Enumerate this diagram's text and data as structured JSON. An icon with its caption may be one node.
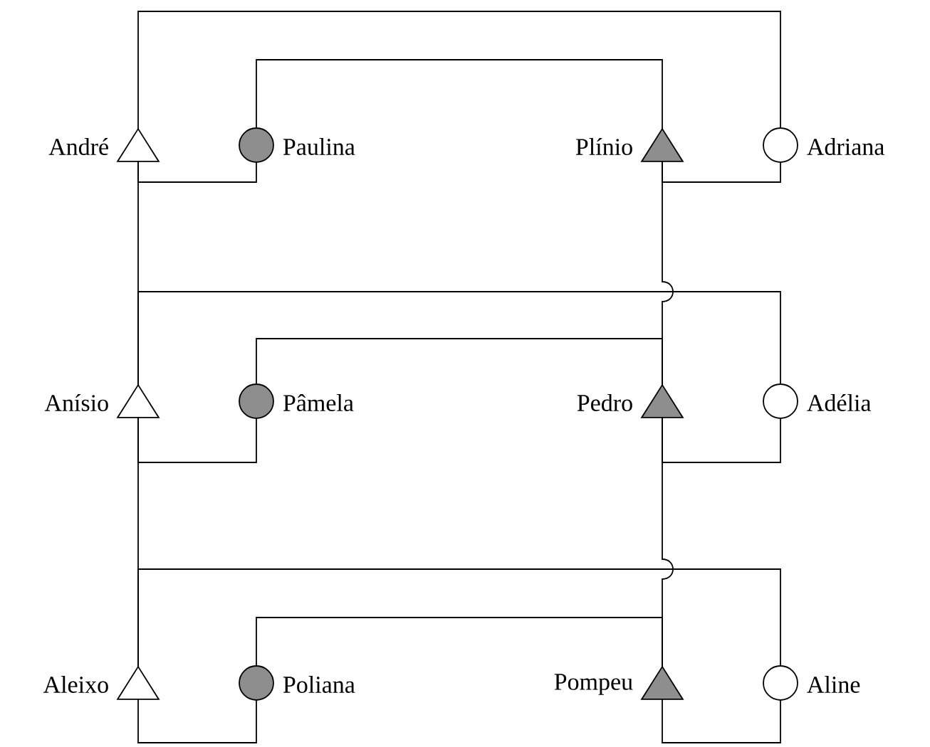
{
  "diagram": {
    "nodes": [
      {
        "text": [
          "André"
        ]
      },
      {
        "text": [
          "Paulina"
        ]
      },
      {
        "text": [
          "Plínio"
        ]
      },
      {
        "text": [
          "Adriana"
        ]
      },
      {
        "text": [
          "Anísio"
        ]
      },
      {
        "text": [
          "Pâmela"
        ]
      },
      {
        "text": [
          "Pedro"
        ]
      },
      {
        "text": [
          "Adélia"
        ]
      },
      {
        "text": [
          "Aleixo"
        ]
      },
      {
        "text": [
          "Poliana"
        ]
      },
      {
        "text": [
          "Pompeu"
        ]
      },
      {
        "text": [
          "Aline"
        ]
      }
    ],
    "edges": [
      {
        "from": 0,
        "to": 1,
        "arrow": "none"
      },
      {
        "from": 2,
        "to": 3,
        "arrow": "none"
      },
      {
        "from": 0,
        "to": 3,
        "arrow": "none"
      },
      {
        "from": 1,
        "to": 2,
        "arrow": "none"
      },
      {
        "from": 4,
        "to": 5,
        "arrow": "none"
      },
      {
        "from": 6,
        "to": 7,
        "arrow": "none"
      },
      {
        "from": 4,
        "to": 7,
        "arrow": "none"
      },
      {
        "from": 5,
        "to": 6,
        "arrow": "none"
      },
      {
        "from": 8,
        "to": 9,
        "arrow": "none"
      },
      {
        "from": 10,
        "to": 11,
        "arrow": "none"
      },
      {
        "from": 8,
        "to": 11,
        "arrow": "none"
      },
      {
        "from": 9,
        "to": 10,
        "arrow": "none"
      },
      {
        "from": 0,
        "to": 4,
        "arrow": "none"
      },
      {
        "from": 4,
        "to": 8,
        "arrow": "none"
      },
      {
        "from": 2,
        "to": 6,
        "arrow": "none"
      },
      {
        "from": 6,
        "to": 10,
        "arrow": "none"
      }
    ]
  }
}
